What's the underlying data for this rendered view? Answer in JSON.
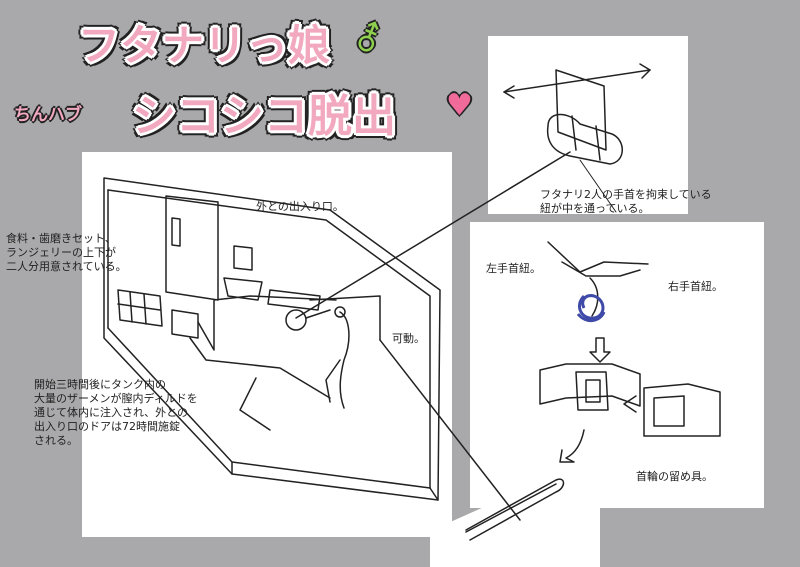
{
  "title": {
    "line1": "フタナリっ娘",
    "line1_symbol": "⚦",
    "prefix": "ちんハブ",
    "line2": "シコシコ脱出",
    "line2_symbol": "♥"
  },
  "room_labels": {
    "supplies": "食料・歯磨きセット、\nランジェリーの上下が\n二人分用意されている。",
    "exit": "外との出入り口。",
    "movable": "可動。",
    "tank_note": "開始三時間後にタンク内の\n大量のザーメンが膣内ディルドを\n通じて体内に注入され、外との\n出入り口のドアは72時間施錠\nされる。"
  },
  "restraint_labels": {
    "wrist_cord_note": "フタナリ2人の手首を拘束している\n紐が中を通っている。",
    "left_wrist": "左手首紐。",
    "right_wrist": "右手首紐。",
    "collar_clasp": "首輪の留め具。"
  },
  "colors": {
    "background": "#a9a9ab",
    "panel": "#ffffff",
    "title_pink": "#f2a9c0",
    "symbol_green": "#8fd14f",
    "symbol_pink": "#f06a9a",
    "cord_blue": "#3f4aa8"
  }
}
